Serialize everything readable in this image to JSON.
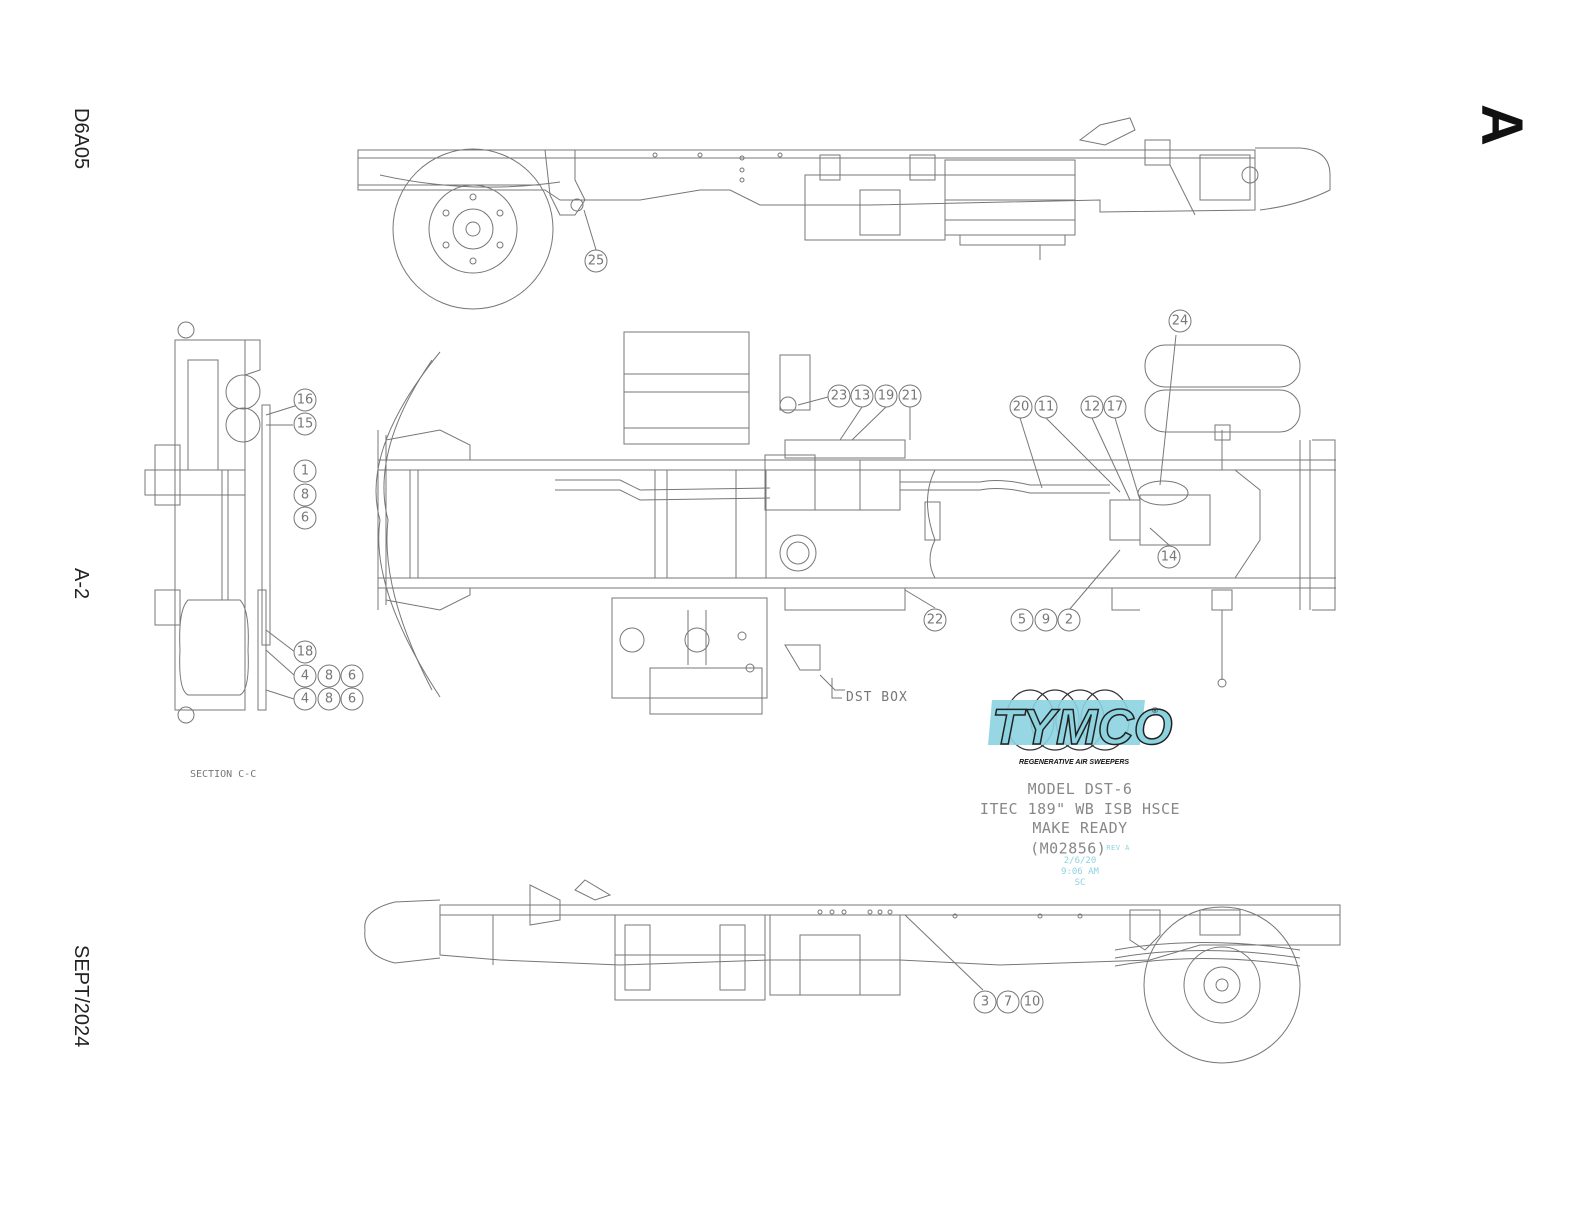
{
  "sheet": {
    "code": "D6A05",
    "page": "A-2",
    "date": "SEPT/2024",
    "letter": "A"
  },
  "title_block": {
    "brand": "TYMCO",
    "tagline": "REGENERATIVE AIR SWEEPERS",
    "registered": "®",
    "line1": "MODEL DST-6",
    "line2": "ITEC 189\" WB ISB HSCE",
    "line3": "MAKE READY",
    "line4": "(M02856)",
    "rev": "REV A",
    "stamp_date": "2/6/20",
    "stamp_time": "9:06 AM",
    "stamp_initials": "SC"
  },
  "labels": {
    "section": "SECTION C-C",
    "dst_box": "DST BOX"
  },
  "callouts": {
    "c25": "25",
    "c24": "24",
    "c23": "23",
    "c13": "13",
    "c19": "19",
    "c21": "21",
    "c20": "20",
    "c11": "11",
    "c12": "12",
    "c17": "17",
    "c16": "16",
    "c15": "15",
    "c1": "1",
    "c8a": "8",
    "c6a": "6",
    "c14": "14",
    "c18": "18",
    "c4b": "4",
    "c8b": "8",
    "c6b": "6",
    "c4c": "4",
    "c8c": "8",
    "c6c": "6",
    "c22": "22",
    "c5": "5",
    "c9": "9",
    "c2": "2",
    "c3": "3",
    "c7": "7",
    "c10": "10"
  },
  "colors": {
    "line": "#777777",
    "dark": "#333333",
    "logo_blue": "#8cd3e0"
  }
}
